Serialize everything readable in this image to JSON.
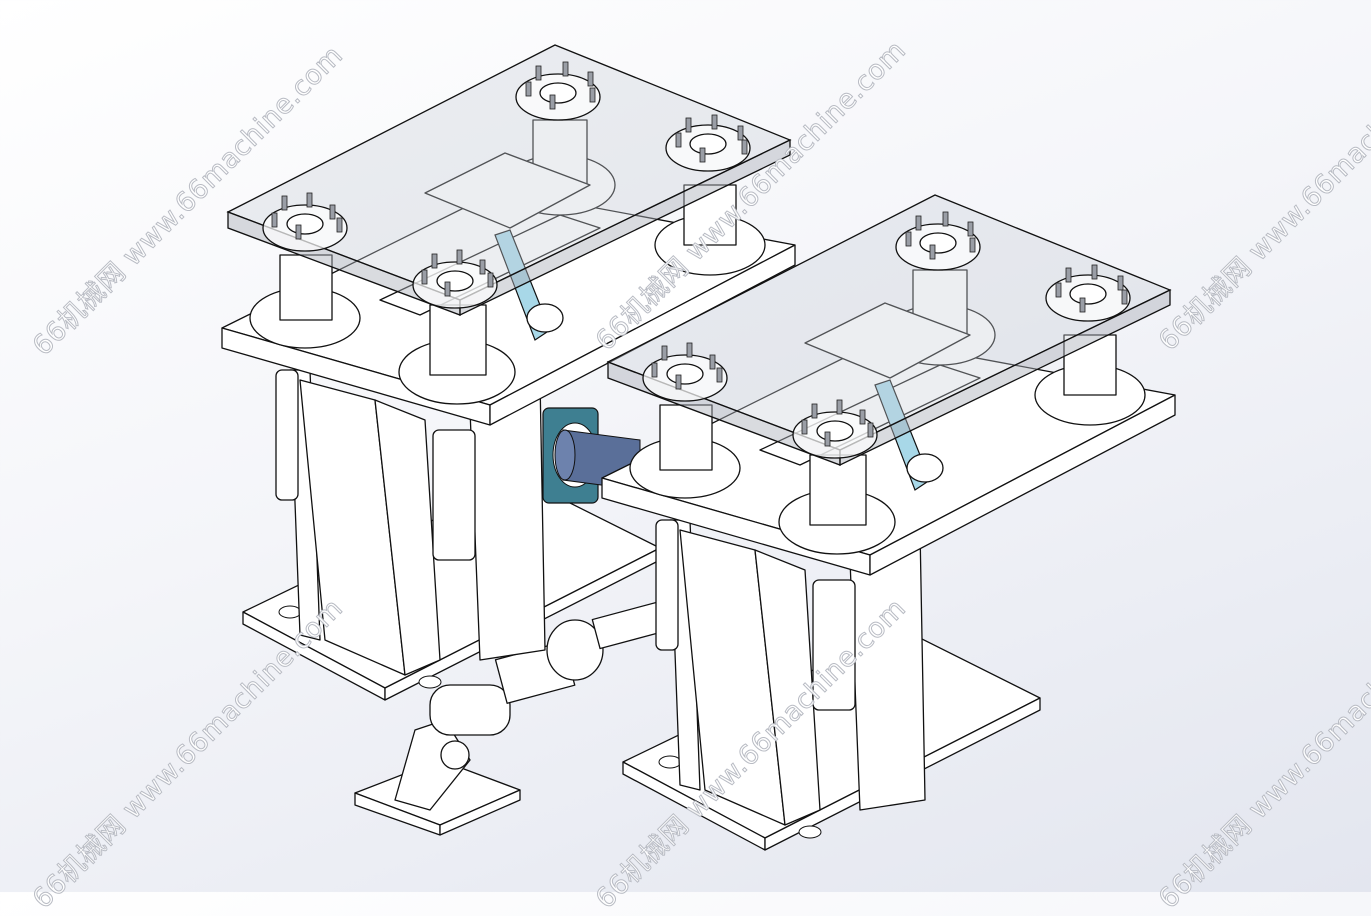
{
  "watermarks": [
    {
      "text": "66机械网 www.66machine.com"
    },
    {
      "text": "66机械网 www.66machine.com"
    },
    {
      "text": "66机械网 www.66machine.com"
    },
    {
      "text": "66机械网 www.66machine.com"
    },
    {
      "text": "66机械网 www.66machine.com"
    },
    {
      "text": "66机械网 www.66machine.com"
    }
  ],
  "colors": {
    "shaft": "#5a6f99",
    "bearing": "#3e7f91",
    "link": "#a8d8e8"
  }
}
